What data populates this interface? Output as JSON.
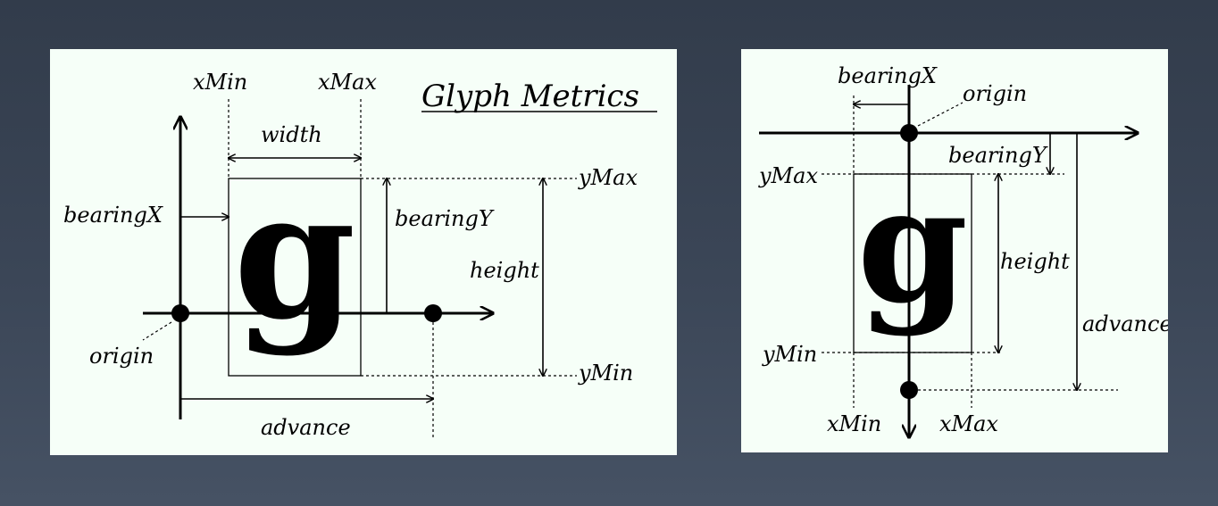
{
  "horizontal_diagram": {
    "title": "Glyph Metrics",
    "glyph": "g",
    "labels": {
      "xmin": "xMin",
      "xmax": "xMax",
      "width": "width",
      "ymax": "yMax",
      "ymin": "yMin",
      "bearing_x": "bearingX",
      "bearing_y": "bearingY",
      "height": "height",
      "origin": "origin",
      "advance": "advance"
    }
  },
  "vertical_diagram": {
    "glyph": "g",
    "labels": {
      "bearing_x": "bearingX",
      "origin": "origin",
      "bearing_y": "bearingY",
      "ymax": "yMax",
      "height": "height",
      "advance": "advance",
      "ymin": "yMin",
      "xmin": "xMin",
      "xmax": "xMax"
    }
  }
}
